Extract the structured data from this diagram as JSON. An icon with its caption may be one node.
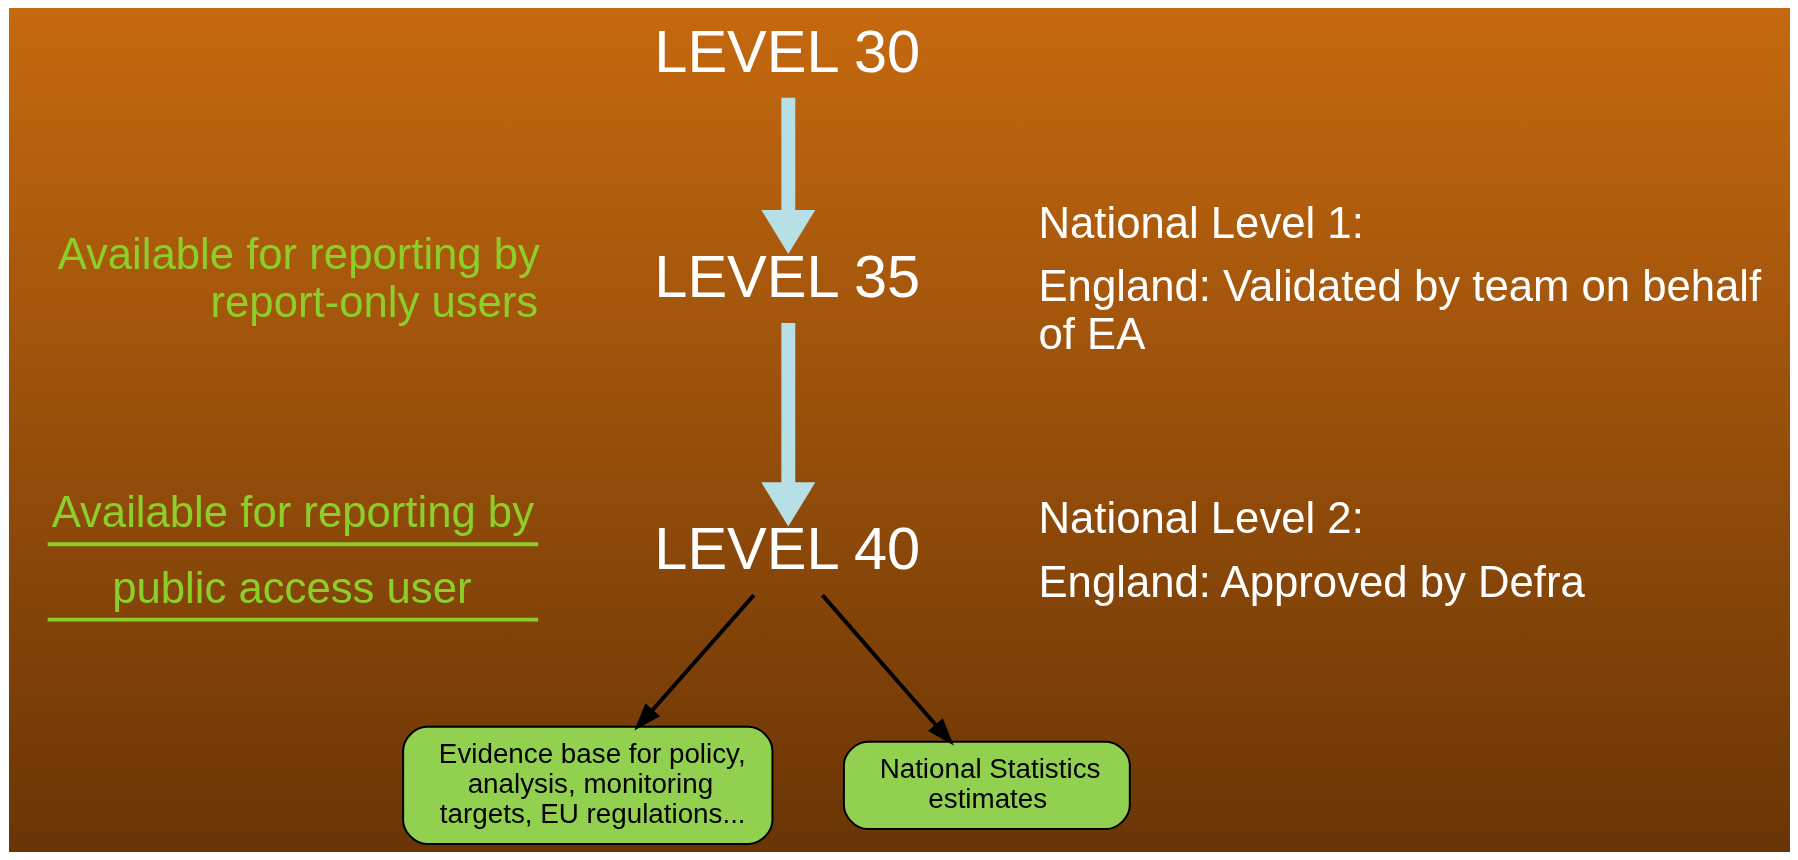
{
  "diagram": {
    "nodes": [
      {
        "text": [
          "LEVEL 30"
        ]
      },
      {
        "text": [
          "LEVEL 35"
        ]
      },
      {
        "text": [
          "LEVEL 40"
        ]
      },
      {
        "text": [
          "Evidence base for policy, analysis, monitoring targets, EU regulations..."
        ]
      },
      {
        "text": [
          "National Statistics estimates"
        ]
      }
    ],
    "edges": [
      {
        "from": 0,
        "to": 1,
        "arrow": "to",
        "style": "thick",
        "color": "#b7e0e6"
      },
      {
        "from": 1,
        "to": 2,
        "arrow": "to",
        "style": "thick",
        "color": "#b7e0e6"
      },
      {
        "from": 2,
        "to": 3,
        "arrow": "to",
        "color": "#000000"
      },
      {
        "from": 2,
        "to": 4,
        "arrow": "to",
        "color": "#000000"
      }
    ],
    "labels": [
      "Available for reporting by report-only users",
      "National Level 1:",
      "England: Validated by team on behalf of EA",
      "Available for reporting by public access user",
      "National Level 2:",
      "England: Approved by Defra"
    ]
  }
}
